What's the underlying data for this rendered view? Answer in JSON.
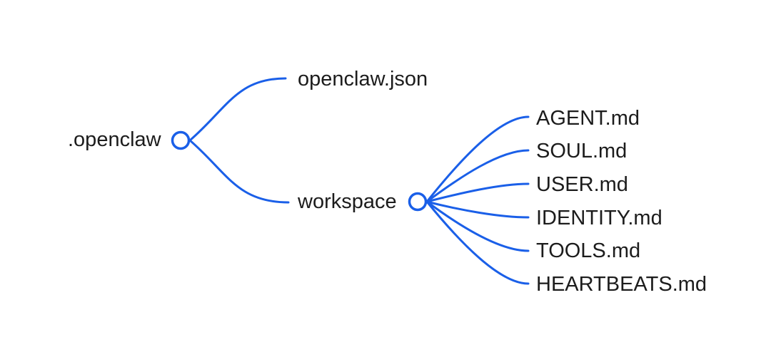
{
  "colors": {
    "branch": "#1a5fe8",
    "text": "#1c1c1c",
    "background": "#ffffff",
    "node_fill": "#ffffff"
  },
  "tree": {
    "root": {
      "label": ".openclaw"
    },
    "children": [
      {
        "label": "openclaw.json",
        "children": []
      },
      {
        "label": "workspace",
        "children": [
          {
            "label": "AGENT.md"
          },
          {
            "label": "SOUL.md"
          },
          {
            "label": "USER.md"
          },
          {
            "label": "IDENTITY.md"
          },
          {
            "label": "TOOLS.md"
          },
          {
            "label": "HEARTBEATS.md"
          }
        ]
      }
    ]
  }
}
